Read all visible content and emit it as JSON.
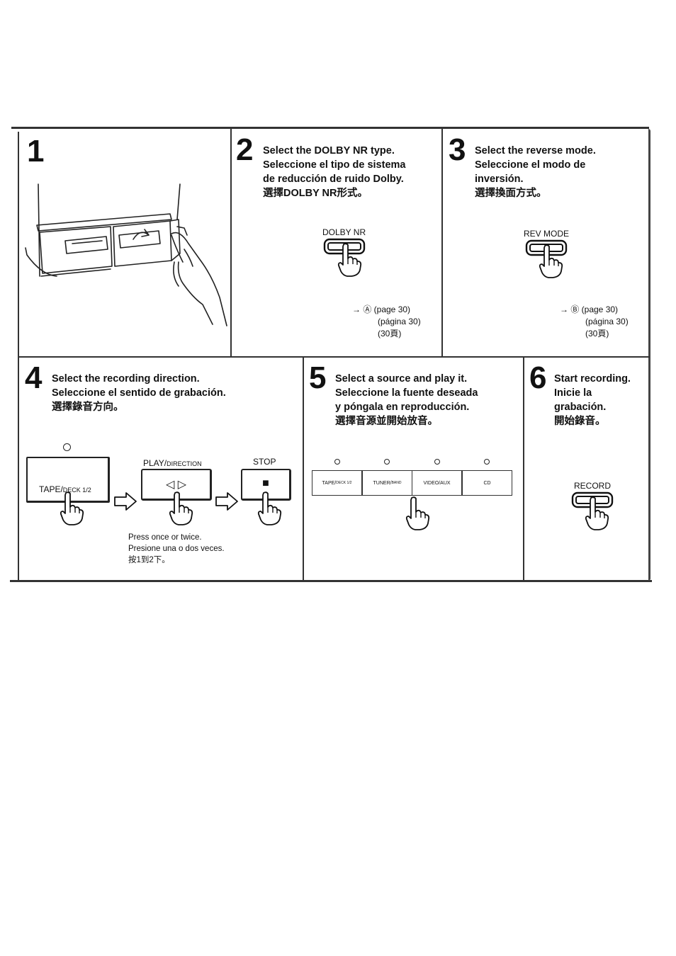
{
  "steps": {
    "s1": {
      "num": "1"
    },
    "s2": {
      "num": "2",
      "lines": [
        "Select the DOLBY NR type.",
        "Seleccione el tipo de sistema",
        "de reducción de ruido Dolby.",
        "選擇DOLBY NR形式。"
      ],
      "button_label": "DOLBY NR",
      "ref": [
        "→ Ⓐ (page 30)",
        "(página 30)",
        "(30頁)"
      ]
    },
    "s3": {
      "num": "3",
      "lines": [
        "Select the reverse mode.",
        "Seleccione el modo de",
        "inversión.",
        "選擇換面方式。"
      ],
      "button_label": "REV MODE",
      "ref": [
        "→ Ⓑ (page 30)",
        "(página 30)",
        "(30頁)"
      ]
    },
    "s4": {
      "num": "4",
      "lines": [
        "Select the recording direction.",
        "Seleccione el sentido de grabación.",
        "選擇錄音方向。"
      ],
      "tape_main": "TAPE/",
      "tape_small": "DECK 1/2",
      "play_main": "PLAY/",
      "play_small": "DIRECTION",
      "play_symbols": "◁ ▷",
      "stop_label": "STOP",
      "stop_symbol": "■",
      "note": [
        "Press once or twice.",
        "Presione una o dos veces.",
        "按1到2下。"
      ]
    },
    "s5": {
      "num": "5",
      "lines": [
        "Select a source and play it.",
        "Seleccione la fuente deseada",
        "y póngala en reproducción.",
        "選擇音源並開始放音。"
      ],
      "sources": [
        {
          "main": "TAPE/",
          "small": "DECK 1/2"
        },
        {
          "main": "TUNER/",
          "small": "BAND"
        },
        {
          "main": "VIDEO/AUX",
          "small": ""
        },
        {
          "main": "CD",
          "small": ""
        }
      ]
    },
    "s6": {
      "num": "6",
      "lines": [
        "Start recording.",
        "Inicie la",
        "grabación.",
        "開始錄音。"
      ],
      "button_label": "RECORD"
    }
  }
}
